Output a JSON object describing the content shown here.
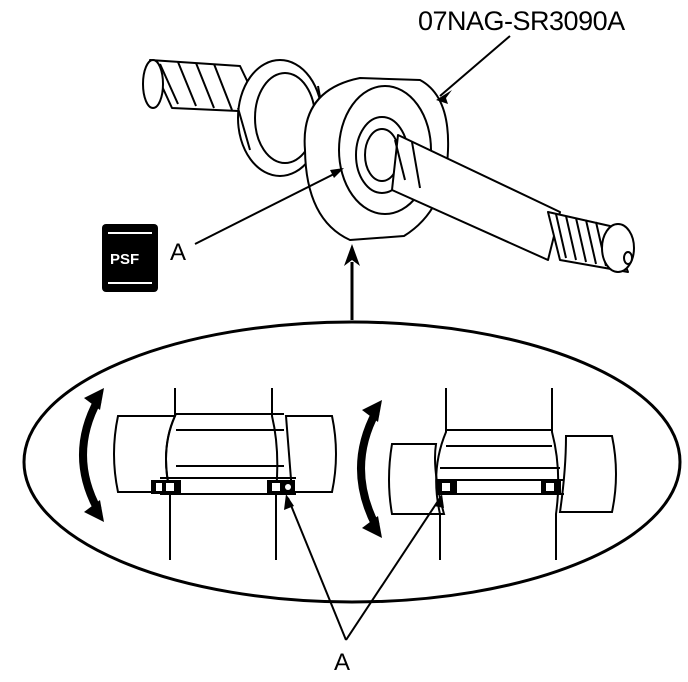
{
  "tool_number": "07NAG-SR3090A",
  "callout_letter": "A",
  "psf_badge": "PSF",
  "colors": {
    "ink": "#000000",
    "paper": "#ffffff"
  },
  "icons": [
    "rotation-arrow-icon",
    "psf-grease-icon",
    "leader-arrow-icon"
  ]
}
